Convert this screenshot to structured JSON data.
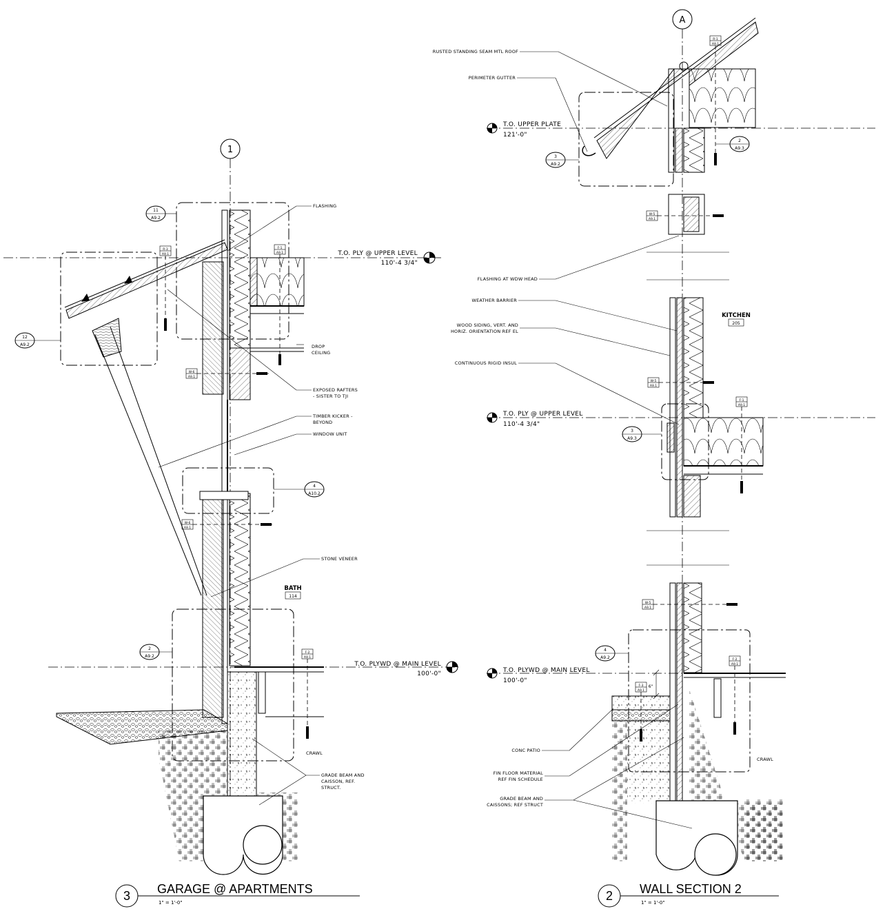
{
  "gridlines": {
    "left": "1",
    "right": "A"
  },
  "left_section": {
    "title": "GARAGE @ APARTMENTS",
    "number": "3",
    "scale": "1\" = 1'-0\"",
    "room": {
      "name": "BATH",
      "number": "114"
    },
    "levels": [
      {
        "name": "T.O. PLY @ UPPER LEVEL",
        "elevation": "110'-4 3/4\""
      },
      {
        "name": "T.O. PLYWD @ MAIN LEVEL",
        "elevation": "100'-0\""
      }
    ],
    "notes": {
      "flashing": "FLASHING",
      "drop_ceiling_1": "DROP",
      "drop_ceiling_2": "CEILING",
      "rafters_1": "EXPOSED RAFTERS",
      "rafters_2": "- SISTER TO TJI",
      "kicker_1": "TIMBER KICKER -",
      "kicker_2": "BEYOND",
      "window": "WINDOW UNIT",
      "stone": "STONE VENEER",
      "crawl": "CRAWL",
      "grade_1": "GRADE BEAM AND",
      "grade_2": "CAISSON, REF.",
      "grade_3": "STRUCT."
    },
    "detail_tags": [
      {
        "top": "11",
        "bottom": "A9.2"
      },
      {
        "top": "12",
        "bottom": "A9.2"
      },
      {
        "top": "4",
        "bottom": "A10.2"
      },
      {
        "top": "2",
        "bottom": "A9.2"
      }
    ],
    "small_tags": {
      "roof": [
        "R-3",
        "A9.1"
      ],
      "floor_upper": [
        "F-1",
        "A9.1"
      ],
      "wall_1": [
        "W-6",
        "A9.1"
      ],
      "wall_2": [
        "W-6",
        "A9.1"
      ],
      "floor_main": [
        "F-2",
        "A9.1"
      ]
    }
  },
  "right_section": {
    "title": "WALL SECTION 2",
    "number": "2",
    "scale": "1\" = 1'-0\"",
    "room": {
      "name": "KITCHEN",
      "number": "205"
    },
    "levels": [
      {
        "name": "T.O. UPPER PLATE",
        "elevation": "121'-0\""
      },
      {
        "name": "T.O. PLY @ UPPER LEVEL",
        "elevation": "110'-4 3/4\""
      },
      {
        "name": "T.O. PLYWD @ MAIN LEVEL",
        "elevation": "100'-0\""
      }
    ],
    "notes": {
      "roof": "RUSTED STANDING SEAM MTL ROOF",
      "gutter": "PERIMETER GUTTER",
      "wdw_head": "FLASHING AT WDW HEAD",
      "weather": "WEATHER BARRIER",
      "siding_1": "WOOD SIDING, VERT. AND",
      "siding_2": "HORIZ. ORIENTATION REF EL",
      "rigid": "CONTINUOUS RIGID INSUL",
      "patio": "CONC PATIO",
      "fin_1": "FIN FLOOR MATERIAL",
      "fin_2": "REF FIN SCHEDULE",
      "grade_1": "GRADE BEAM AND",
      "grade_2": "CAISSONS; REF STRUCT",
      "crawl": "CRAWL",
      "dim": "6\""
    },
    "detail_tags": [
      {
        "top": "3",
        "bottom": "A9.2"
      },
      {
        "top": "2",
        "bottom": "A9.3"
      },
      {
        "top": "3",
        "bottom": "A9.3"
      },
      {
        "top": "4",
        "bottom": "A9.2"
      }
    ],
    "small_tags": {
      "roof": [
        "R-1",
        "A9.1"
      ],
      "wall_1": [
        "W-5",
        "A9.1"
      ],
      "wall_2": [
        "W-5",
        "A9.1"
      ],
      "floor_upper": [
        "F-1",
        "A9.1"
      ],
      "wall_3": [
        "W-5",
        "A9.1"
      ],
      "floor_main": [
        "F-2",
        "A9.1"
      ],
      "floor_patio": [
        "F-3",
        "A9.1"
      ]
    }
  }
}
